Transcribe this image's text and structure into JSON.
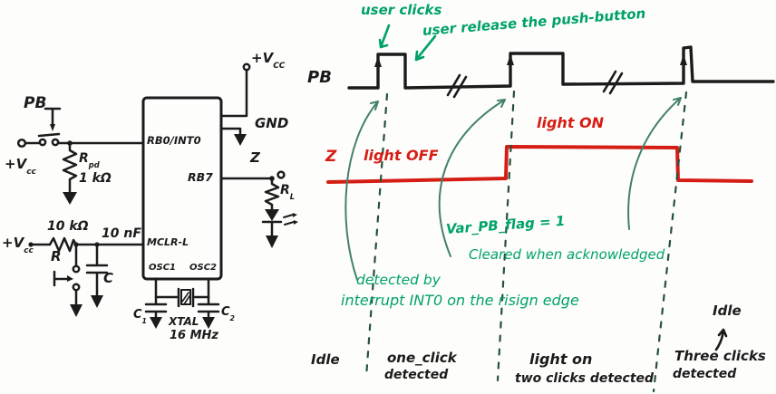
{
  "colors": {
    "ink": "#1b1b1b",
    "annotation_green": "#00a266",
    "arc_teal": "#44806b",
    "dashed_dark_green": "#27513c",
    "signal_red": "#d61d14"
  },
  "circuit": {
    "pb_label": "PB",
    "vcc_pb": {
      "base": "+V",
      "sub": "cc"
    },
    "rpd": {
      "base": "R",
      "sub": "pd"
    },
    "rpd_value": "1 kΩ",
    "vcc_top": {
      "base": "+V",
      "sub": "CC"
    },
    "gnd": "GND",
    "mcu": {
      "rb0": "RB0/INT0",
      "rb7": "RB7",
      "mclr": "MCLR-L",
      "osc1": "OSC1",
      "osc2": "OSC2"
    },
    "vcc_mclr": {
      "base": "+V",
      "sub": "cc"
    },
    "r_value": "10 kΩ",
    "r_label": "R",
    "c_value": "10 nF",
    "c_label": "C",
    "c1": {
      "base": "C",
      "sub": "1"
    },
    "c2": {
      "base": "C",
      "sub": "2"
    },
    "xtal": "XTAL",
    "xtal_freq": "16 MHz",
    "z_label": "Z",
    "rl": {
      "base": "R",
      "sub": "L"
    }
  },
  "timing": {
    "pb_signal": "PB",
    "z_signal": "Z",
    "user_clicks": "user clicks",
    "user_release": "user release the push-button",
    "light_off": "light OFF",
    "light_on": "light ON",
    "var_flag": "Var_PB_flag = 1",
    "cleared": "Cleared when acknowledged",
    "detected_by": "detected by",
    "interrupt_line": "interrupt INT0 on the risign edge",
    "state_idle_left": "Idle",
    "state_one_click_l1": "one_click",
    "state_one_click_l2": "detected",
    "state_two_clicks_l1": "light on",
    "state_two_clicks_l2": "two clicks detected",
    "state_three_clicks_l1": "Three clicks",
    "state_three_clicks_l2": "detected",
    "state_idle_right": "Idle"
  },
  "waveforms": {
    "pb": {
      "type": "digital-timing",
      "description": "three button pulses with rising-edge arrows and two time-break marks",
      "pulses": 3
    },
    "z": {
      "type": "digital-timing",
      "segments": [
        "light OFF until 2nd click",
        "light ON until 3rd click",
        "light OFF"
      ]
    }
  }
}
